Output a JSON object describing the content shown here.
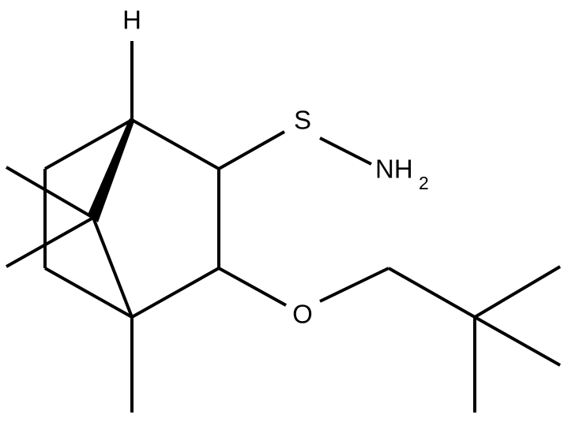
{
  "atoms": {
    "h_label": "H",
    "s_label": "S",
    "nh2_main": "NH",
    "nh2_sub": "2",
    "o_label": "O"
  },
  "colors": {
    "bond": "#000000",
    "background": "#ffffff"
  }
}
